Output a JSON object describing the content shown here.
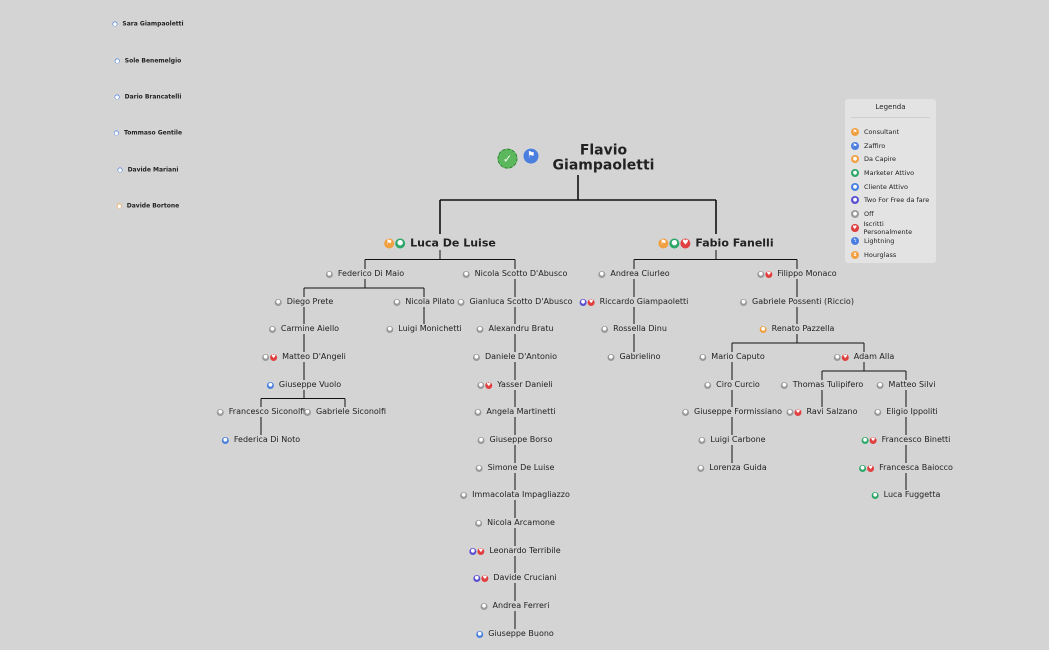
{
  "legend": {
    "title": "Legenda",
    "items": [
      {
        "label": "Consultant",
        "color": "#f0a040",
        "glyph": "⚑",
        "icon": "flag-icon"
      },
      {
        "label": "Zaffiro",
        "color": "#4a7fe0",
        "glyph": "⚑",
        "icon": "flag-icon"
      },
      {
        "label": "Da Capire",
        "color": "#f0a040",
        "glyph": "●",
        "icon": "user-icon"
      },
      {
        "label": "Marketer Attivo",
        "color": "#2ea86a",
        "glyph": "●",
        "icon": "user-icon"
      },
      {
        "label": "Cliente Attivo",
        "color": "#4a7fe0",
        "glyph": "●",
        "icon": "user-icon"
      },
      {
        "label": "Two For Free da fare",
        "color": "#5a4fcf",
        "glyph": "●",
        "icon": "user-icon"
      },
      {
        "label": "Off",
        "color": "#9a9a9a",
        "glyph": "●",
        "icon": "user-icon"
      },
      {
        "label": "Iscritti Personalmente",
        "color": "#e04040",
        "glyph": "♥",
        "icon": "heart-icon"
      },
      {
        "label": "Lightning",
        "color": "#4a7fe0",
        "glyph": "ϟ",
        "icon": "lightning-icon"
      },
      {
        "label": "Hourglass",
        "color": "#f0a040",
        "glyph": "⧗",
        "icon": "hourglass-icon"
      }
    ]
  },
  "side_list": [
    {
      "label": "Sara Giampaoletti",
      "color": "#4a7fe0"
    },
    {
      "label": "Sole Benemelgio",
      "color": "#4a7fe0"
    },
    {
      "label": "Dario Brancatelli",
      "color": "#4a7fe0"
    },
    {
      "label": "Tommaso Gentile",
      "color": "#4a7fe0"
    },
    {
      "label": "Davide Mariani",
      "color": "#4a7fe0"
    },
    {
      "label": "Davide Bortone",
      "color": "#f0a040"
    }
  ],
  "tree": {
    "label": "Flavio Giampaoletti",
    "icons": [
      "badge",
      "zaffiro"
    ],
    "children": [
      {
        "label": "Luca De Luise",
        "icons": [
          "consultant",
          "marketer"
        ],
        "children": [
          {
            "label": "Federico Di Maio",
            "icons": [
              "off"
            ],
            "children": [
              {
                "label": "Diego Prete",
                "icons": [
                  "off"
                ],
                "children": [
                  {
                    "label": "Carmine Aiello",
                    "icons": [
                      "off"
                    ],
                    "children": [
                      {
                        "label": "Matteo D'Angeli",
                        "icons": [
                          "off",
                          "heart"
                        ],
                        "children": [
                          {
                            "label": "Giuseppe Vuolo",
                            "icons": [
                              "cliente"
                            ],
                            "children": [
                              {
                                "label": "Francesco Siconolfi",
                                "icons": [
                                  "off"
                                ],
                                "children": [
                                  {
                                    "label": "Federica Di Noto",
                                    "icons": [
                                      "cliente"
                                    ],
                                    "children": []
                                  }
                                ]
                              },
                              {
                                "label": "Gabriele Siconolfi",
                                "icons": [
                                  "off"
                                ],
                                "children": []
                              }
                            ]
                          }
                        ]
                      }
                    ]
                  }
                ]
              },
              {
                "label": "Nicola Pilato",
                "icons": [
                  "off"
                ],
                "children": [
                  {
                    "label": "Luigi Monichetti",
                    "icons": [
                      "off"
                    ],
                    "children": []
                  }
                ]
              }
            ]
          },
          {
            "label": "Nicola Scotto D'Abusco",
            "icons": [
              "off"
            ],
            "children": [
              {
                "label": "Gianluca Scotto D'Abusco",
                "icons": [
                  "off"
                ],
                "children": [
                  {
                    "label": "Alexandru Bratu",
                    "icons": [
                      "off"
                    ],
                    "children": [
                      {
                        "label": "Daniele D'Antonio",
                        "icons": [
                          "off"
                        ],
                        "children": [
                          {
                            "label": "Yasser Danieli",
                            "icons": [
                              "off",
                              "heart"
                            ],
                            "children": [
                              {
                                "label": "Angela Martinetti",
                                "icons": [
                                  "off"
                                ],
                                "children": [
                                  {
                                    "label": "Giuseppe Borso",
                                    "icons": [
                                      "off"
                                    ],
                                    "children": [
                                      {
                                        "label": "Simone De Luise",
                                        "icons": [
                                          "off"
                                        ],
                                        "children": [
                                          {
                                            "label": "Immacolata Impagliazzo",
                                            "icons": [
                                              "off"
                                            ],
                                            "children": [
                                              {
                                                "label": "Nicola Arcamone",
                                                "icons": [
                                                  "off"
                                                ],
                                                "children": [
                                                  {
                                                    "label": "Leonardo Terribile",
                                                    "icons": [
                                                      "twoforfree",
                                                      "heart"
                                                    ],
                                                    "children": [
                                                      {
                                                        "label": "Davide Cruciani",
                                                        "icons": [
                                                          "twoforfree",
                                                          "heart"
                                                        ],
                                                        "children": [
                                                          {
                                                            "label": "Andrea Ferreri",
                                                            "icons": [
                                                              "off"
                                                            ],
                                                            "children": [
                                                              {
                                                                "label": "Giuseppe Buono",
                                                                "icons": [
                                                                  "cliente"
                                                                ],
                                                                "children": []
                                                              }
                                                            ]
                                                          }
                                                        ]
                                                      }
                                                    ]
                                                  }
                                                ]
                                              }
                                            ]
                                          }
                                        ]
                                      }
                                    ]
                                  }
                                ]
                              }
                            ]
                          }
                        ]
                      }
                    ]
                  }
                ]
              }
            ]
          }
        ]
      },
      {
        "label": "Fabio Fanelli",
        "icons": [
          "consultant",
          "marketer",
          "heart"
        ],
        "children": [
          {
            "label": "Andrea Ciurleo",
            "icons": [
              "off"
            ],
            "children": [
              {
                "label": "Riccardo Giampaoletti",
                "icons": [
                  "twoforfree",
                  "heart"
                ],
                "children": [
                  {
                    "label": "Rossella Dinu",
                    "icons": [
                      "off"
                    ],
                    "children": [
                      {
                        "label": "Gabrielino",
                        "icons": [
                          "off"
                        ],
                        "children": []
                      }
                    ]
                  }
                ]
              }
            ]
          },
          {
            "label": "Filippo Monaco",
            "icons": [
              "off",
              "heart"
            ],
            "children": [
              {
                "label": "Gabriele Possenti (Riccio)",
                "icons": [
                  "off"
                ],
                "children": [
                  {
                    "label": "Renato Pazzella",
                    "icons": [
                      "dacapire"
                    ],
                    "children": [
                      {
                        "label": "Mario Caputo",
                        "icons": [
                          "off"
                        ],
                        "children": [
                          {
                            "label": "Ciro Curcio",
                            "icons": [
                              "off"
                            ],
                            "children": [
                              {
                                "label": "Giuseppe Formissiano",
                                "icons": [
                                  "off"
                                ],
                                "children": [
                                  {
                                    "label": "Luigi Carbone",
                                    "icons": [
                                      "off"
                                    ],
                                    "children": [
                                      {
                                        "label": "Lorenza Guida",
                                        "icons": [
                                          "off"
                                        ],
                                        "children": []
                                      }
                                    ]
                                  }
                                ]
                              }
                            ]
                          }
                        ]
                      },
                      {
                        "label": "Adam Alla",
                        "icons": [
                          "off",
                          "heart"
                        ],
                        "children": [
                          {
                            "label": "Thomas Tulipifero",
                            "icons": [
                              "off"
                            ],
                            "children": [
                              {
                                "label": "Ravi Salzano",
                                "icons": [
                                  "off",
                                  "heart"
                                ],
                                "children": []
                              }
                            ]
                          },
                          {
                            "label": "Matteo Silvi",
                            "icons": [
                              "off"
                            ],
                            "children": [
                              {
                                "label": "Eligio Ippoliti",
                                "icons": [
                                  "off"
                                ],
                                "children": [
                                  {
                                    "label": "Francesco Binetti",
                                    "icons": [
                                      "marketer",
                                      "heart"
                                    ],
                                    "children": [
                                      {
                                        "label": "Francesca Baiocco",
                                        "icons": [
                                          "marketer",
                                          "heart"
                                        ],
                                        "children": [
                                          {
                                            "label": "Luca Fuggetta",
                                            "icons": [
                                              "marketer"
                                            ],
                                            "children": []
                                          }
                                        ]
                                      }
                                    ]
                                  }
                                ]
                              }
                            ]
                          }
                        ]
                      }
                    ]
                  }
                ]
              }
            ]
          }
        ]
      }
    ]
  },
  "icon_types": {
    "badge": {
      "color": "#5cb85c",
      "glyph": "✓",
      "name": "verified-badge-icon"
    },
    "zaffiro": {
      "color": "#4a7fe0",
      "glyph": "⚑",
      "name": "flag-icon"
    },
    "consultant": {
      "color": "#f0a040",
      "glyph": "⚑",
      "name": "flag-icon"
    },
    "marketer": {
      "color": "#2ea86a",
      "glyph": "●",
      "name": "user-icon"
    },
    "cliente": {
      "color": "#4a7fe0",
      "glyph": "●",
      "name": "user-icon"
    },
    "twoforfree": {
      "color": "#5a4fcf",
      "glyph": "●",
      "name": "user-icon"
    },
    "dacapire": {
      "color": "#f0a040",
      "glyph": "●",
      "name": "user-icon"
    },
    "off": {
      "color": "#9a9a9a",
      "glyph": "●",
      "name": "user-icon"
    },
    "heart": {
      "color": "#e04040",
      "glyph": "♥",
      "name": "heart-icon"
    }
  }
}
